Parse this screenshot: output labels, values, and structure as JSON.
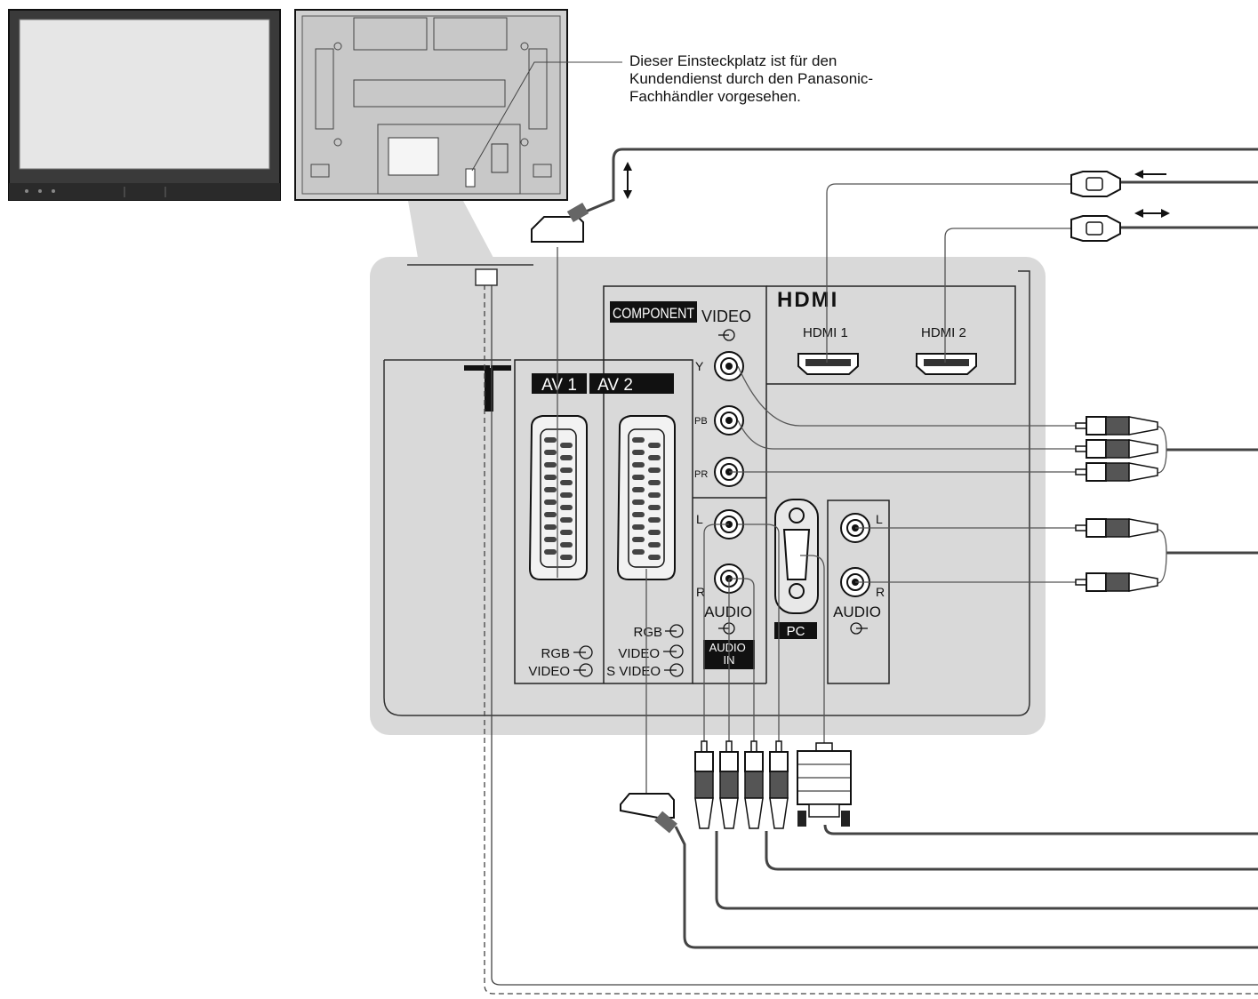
{
  "service_note": "Dieser Einsteckplatz ist für den\nKundendienst durch den Panasonic-\nFachhändler vorgesehen.",
  "panel": {
    "component_label": "COMPONENT",
    "video_label": "VIDEO",
    "hdmi_logo": "HDMI",
    "hdmi1_label": "HDMI 1",
    "hdmi2_label": "HDMI 2",
    "av1_label": "AV 1",
    "av2_label": "AV 2",
    "y_label": "Y",
    "pb_label": "PB",
    "pr_label": "PR",
    "audio_l_label": "L",
    "audio_r_label": "R",
    "audio_label": "AUDIO",
    "audio_in_label": "AUDIO\nIN",
    "pc_label": "PC",
    "audio_out_label": "AUDIO",
    "out_l_label": "L",
    "out_r_label": "R",
    "av1_rgb": "RGB",
    "av1_video": "VIDEO",
    "av2_rgb": "RGB",
    "av2_video": "VIDEO",
    "av2_svideo": "S VIDEO"
  },
  "colors": {
    "panel_fill": "#d9d9d9",
    "cable": "#444444",
    "label_bg": "#111111"
  }
}
